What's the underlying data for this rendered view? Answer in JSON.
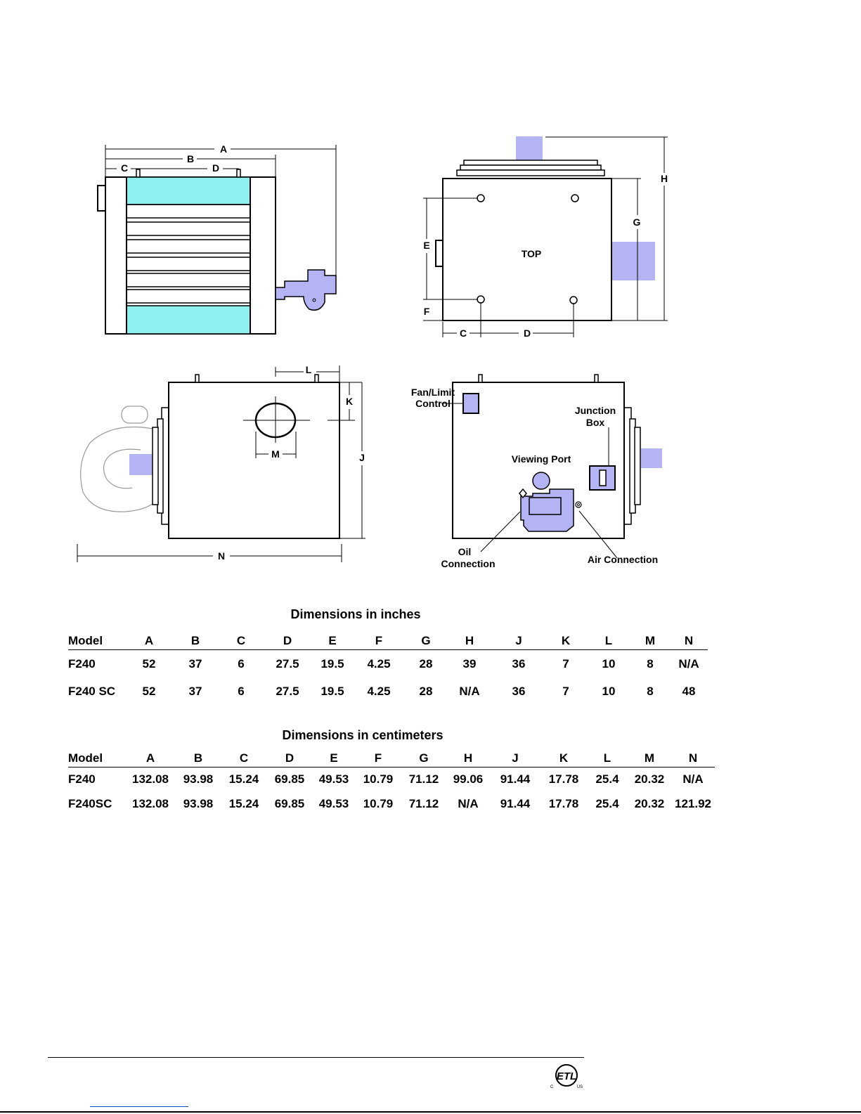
{
  "drawings": {
    "side_view": {
      "labels": {
        "a": "A",
        "b": "B",
        "c": "C",
        "d": "D"
      }
    },
    "top_view": {
      "labels": {
        "top": "TOP",
        "e": "E",
        "f": "F",
        "c": "C",
        "d": "D",
        "g": "G",
        "h": "H"
      }
    },
    "front_view": {
      "labels": {
        "l": "L",
        "k": "K",
        "m": "M",
        "j": "J",
        "n": "N"
      }
    },
    "rear_view": {
      "fan_limit_control": [
        "Fan/Limit",
        "Control"
      ],
      "junction_box": [
        "Junction",
        "Box"
      ],
      "viewing_port": "Viewing Port",
      "oil_connection": [
        "Oil",
        "Connection"
      ],
      "air_connection": "Air Connection"
    }
  },
  "colors": {
    "duct_cyan": "#8ff0f0",
    "burner_lavender": "#b4b4f4",
    "outline": "#000000"
  },
  "tables": {
    "inches": {
      "title": "Dimensions in inches",
      "headers": [
        "Model",
        "A",
        "B",
        "C",
        "D",
        "E",
        "F",
        "G",
        "H",
        "J",
        "K",
        "L",
        "M",
        "N"
      ],
      "rows": [
        [
          "F240",
          "52",
          "37",
          "6",
          "27.5",
          "19.5",
          "4.25",
          "28",
          "39",
          "36",
          "7",
          "10",
          "8",
          "N/A"
        ],
        [
          "F240 SC",
          "52",
          "37",
          "6",
          "27.5",
          "19.5",
          "4.25",
          "28",
          "N/A",
          "36",
          "7",
          "10",
          "8",
          "48"
        ]
      ]
    },
    "centimeters": {
      "title": "Dimensions in centimeters",
      "headers": [
        "Model",
        "A",
        "B",
        "C",
        "D",
        "E",
        "F",
        "G",
        "H",
        "J",
        "K",
        "L",
        "M",
        "N"
      ],
      "rows": [
        [
          "F240",
          "132.08",
          "93.98",
          "15.24",
          "69.85",
          "49.53",
          "10.79",
          "71.12",
          "99.06",
          "91.44",
          "17.78",
          "25.4",
          "20.32",
          "N/A"
        ],
        [
          "F240SC",
          "132.08",
          "93.98",
          "15.24",
          "69.85",
          "49.53",
          "10.79",
          "71.12",
          "N/A",
          "91.44",
          "17.78",
          "25.4",
          "20.32",
          "121.92"
        ]
      ]
    }
  },
  "footer": {
    "logo": "ETL",
    "logo_marks": [
      "C",
      "US"
    ]
  }
}
